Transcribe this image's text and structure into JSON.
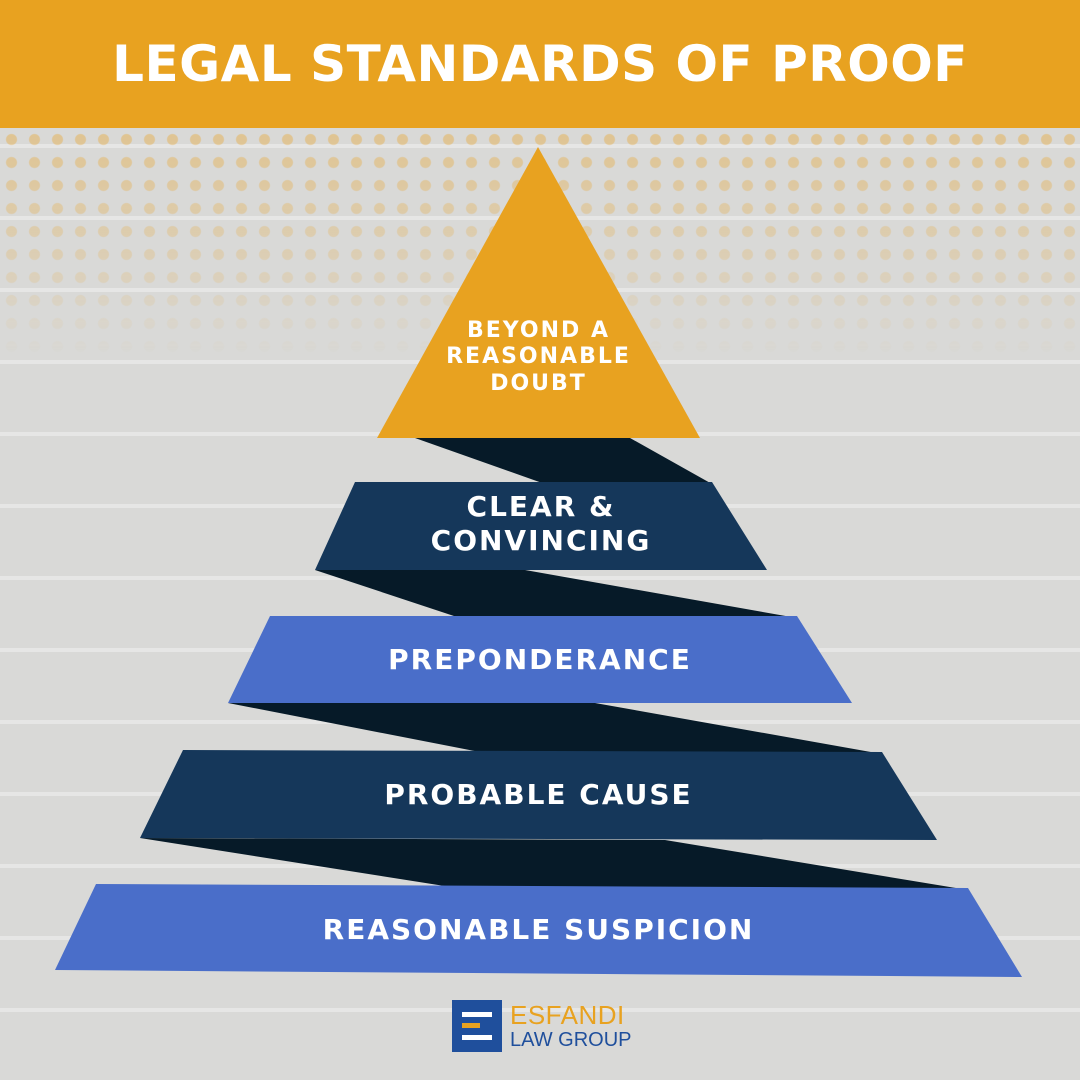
{
  "header": {
    "title": "LEGAL STANDARDS OF PROOF"
  },
  "colors": {
    "header_bg": "#E8A220",
    "tier_orange": "#E8A220",
    "tier_navy": "#15375a",
    "tier_blue": "#4a6ec9",
    "connector": "#061a28",
    "logo_blue": "#1f4f9c",
    "logo_orange": "#E8A220"
  },
  "pyramid": {
    "order": "highest standard at top",
    "tiers": [
      {
        "label_lines": [
          "BEYOND A",
          "REASONABLE",
          "DOUBT"
        ],
        "color": "tier_orange",
        "rank": 1
      },
      {
        "label_lines": [
          "CLEAR &",
          "CONVINCING"
        ],
        "color": "tier_navy",
        "rank": 2
      },
      {
        "label_lines": [
          "PREPONDERANCE"
        ],
        "color": "tier_blue",
        "rank": 3
      },
      {
        "label_lines": [
          "PROBABLE CAUSE"
        ],
        "color": "tier_navy",
        "rank": 4
      },
      {
        "label_lines": [
          "REASONABLE SUSPICION"
        ],
        "color": "tier_blue",
        "rank": 5
      }
    ]
  },
  "logo": {
    "icon": "letter-e-icon",
    "name": "ESFANDI",
    "subtitle": "LAW GROUP"
  }
}
